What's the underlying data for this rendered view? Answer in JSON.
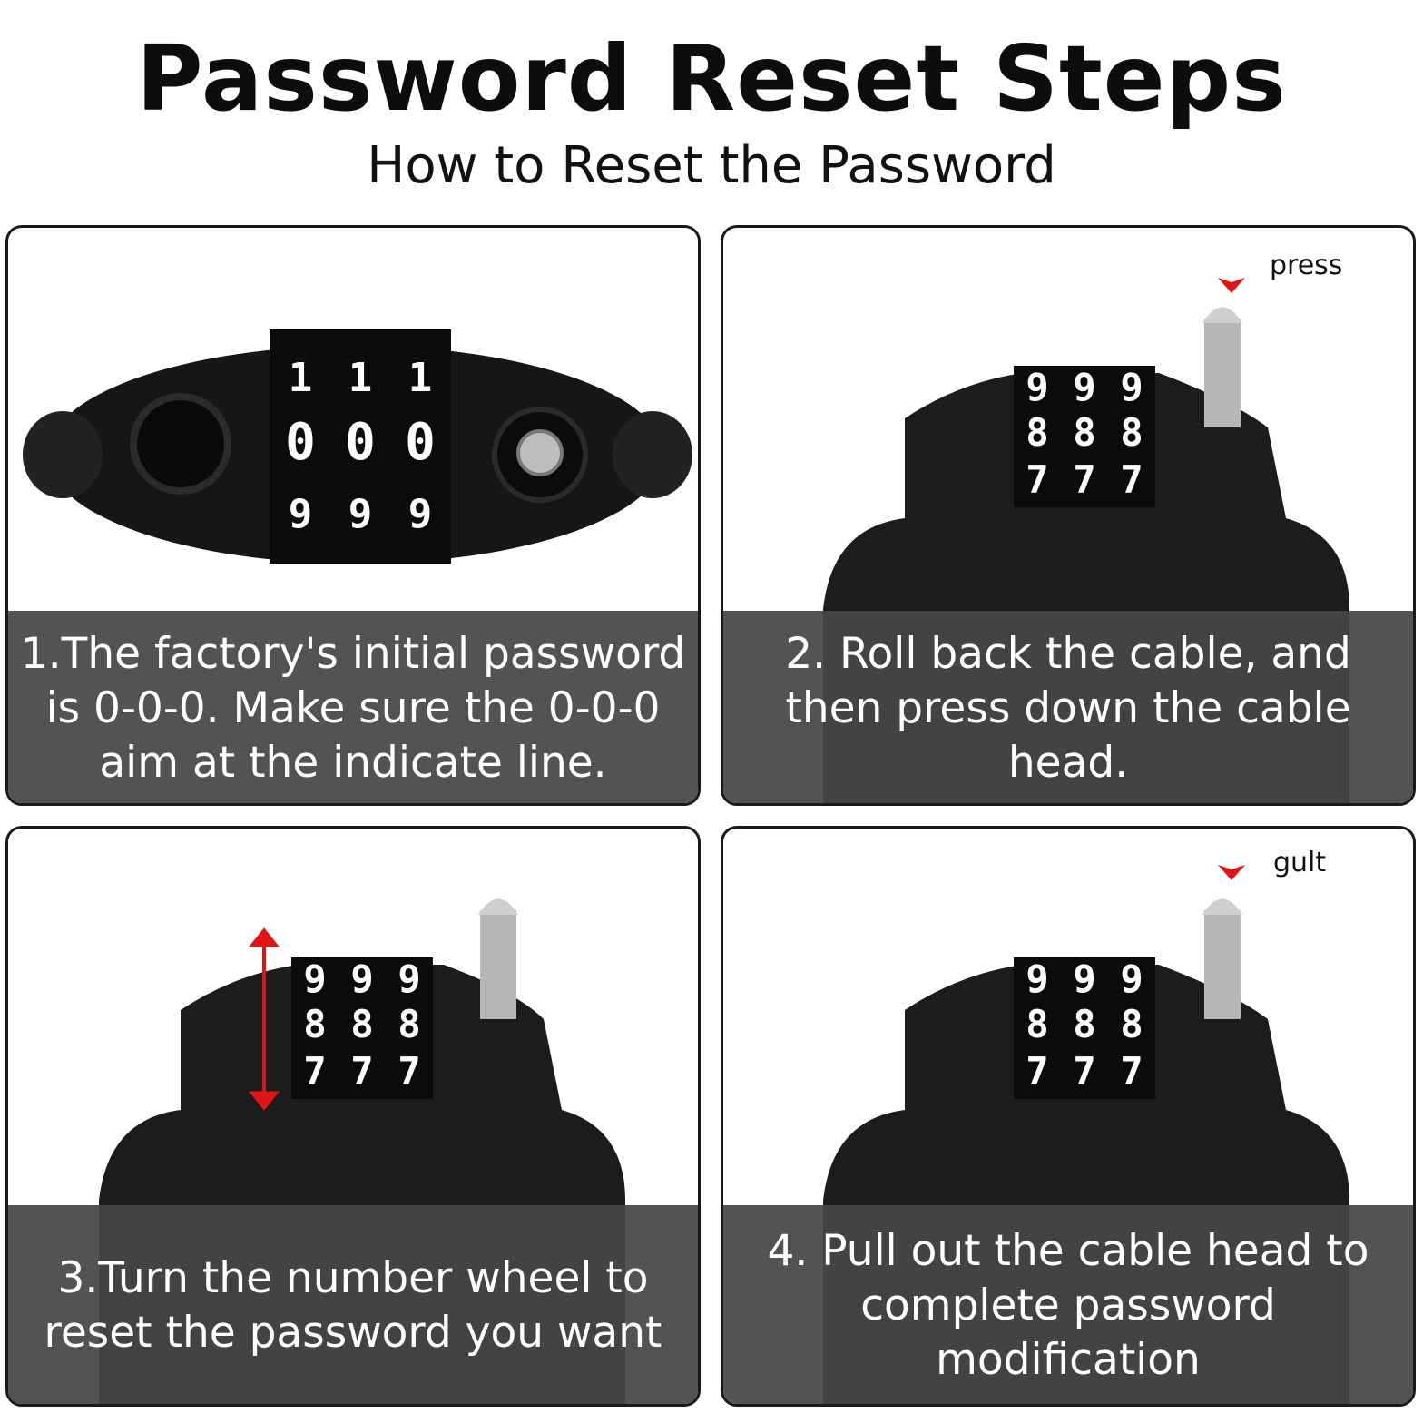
{
  "header": {
    "title": "Password Reset Steps",
    "subtitle": "How to Reset the Password"
  },
  "steps": [
    {
      "caption": "1.The factory's initial password is 0-0-0. Make sure the 0-0-0 aim at the indicate line.",
      "wheel_digits": {
        "top": "1",
        "center": "0",
        "bottom": "9"
      }
    },
    {
      "caption": "2. Roll back the cable, and then press down the cable head.",
      "marker_label": "press",
      "wheel_digits": {
        "top": "9",
        "center": "8",
        "bottom": "7"
      }
    },
    {
      "caption": "3.Turn the number wheel to reset the password you want",
      "wheel_digits": {
        "top": "9",
        "center": "8",
        "bottom": "7"
      }
    },
    {
      "caption": "4. Pull out the cable head to complete password modification",
      "marker_label": "gult",
      "wheel_digits": {
        "top": "9",
        "center": "8",
        "bottom": "7"
      }
    }
  ],
  "colors": {
    "lock_body": "#1c1c1c",
    "caption_bg": "#464646",
    "arrow_red": "#e01414"
  }
}
